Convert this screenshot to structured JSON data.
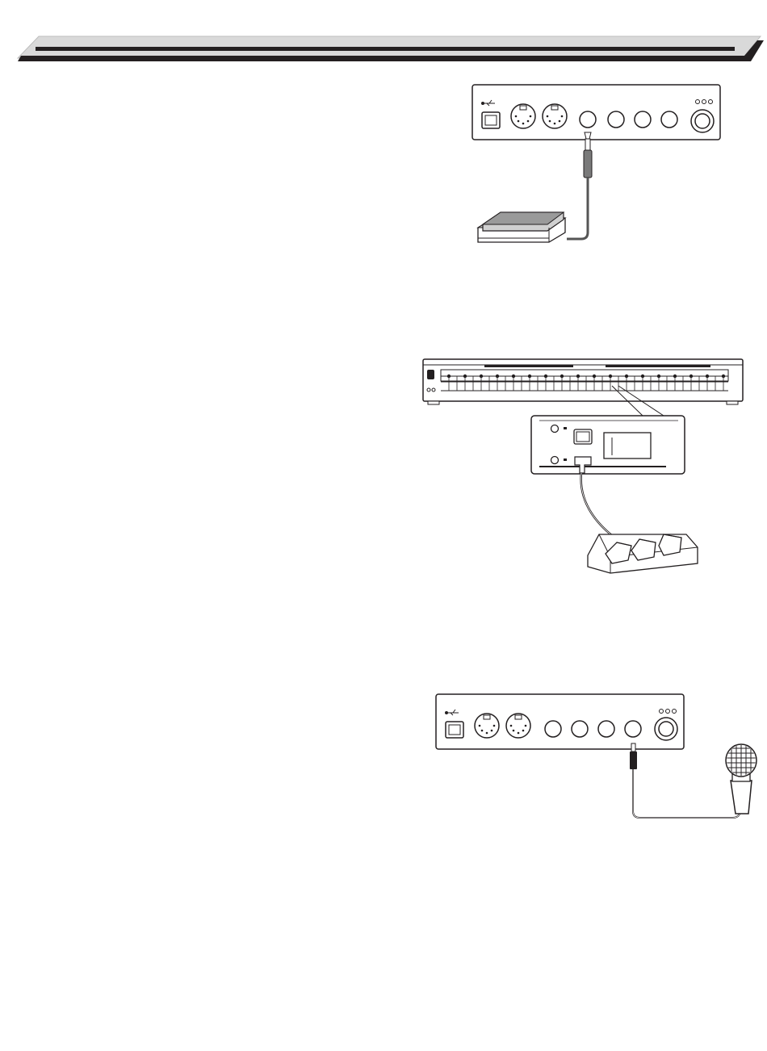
{
  "page": {
    "header_bar": {
      "color": "#231f20",
      "bevel_color": "#d9d9d9"
    },
    "illustrations": [
      {
        "id": "sustain-pedal-connection",
        "items": [
          "usb-port",
          "midi-port",
          "midi-port",
          "jack",
          "jack",
          "jack",
          "jack",
          "dc-in-jack",
          "footswitch-pedal",
          "cable"
        ]
      },
      {
        "id": "triple-pedal-connection",
        "items": [
          "keyboard",
          "pedal-connector-panel",
          "triple-pedal-unit",
          "cable"
        ]
      },
      {
        "id": "microphone-connection",
        "items": [
          "usb-port",
          "midi-port",
          "midi-port",
          "jack",
          "jack",
          "jack",
          "jack",
          "dc-in-jack",
          "microphone",
          "cable"
        ]
      }
    ]
  }
}
